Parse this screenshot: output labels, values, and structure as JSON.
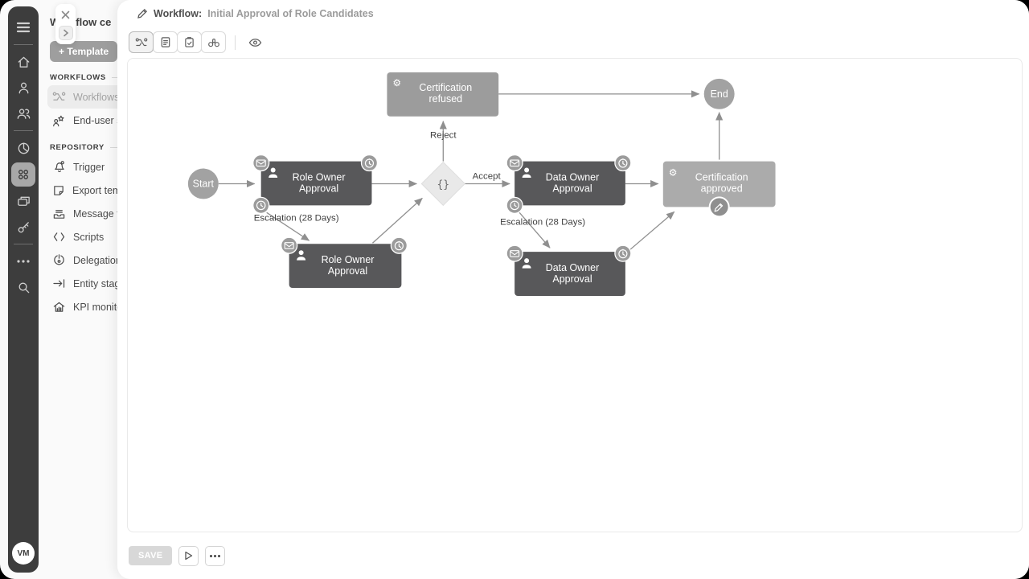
{
  "panel": {
    "title": "Workflow ce",
    "template_button": "+ Template",
    "sections": [
      {
        "label": "WORKFLOWS",
        "items": [
          {
            "label": "Workflows"
          },
          {
            "label": "End-user serv"
          }
        ]
      },
      {
        "label": "REPOSITORY",
        "items": [
          {
            "label": "Trigger"
          },
          {
            "label": "Export templ"
          },
          {
            "label": "Message tem"
          },
          {
            "label": "Scripts"
          },
          {
            "label": "Delegation pr"
          },
          {
            "label": "Entity staging"
          },
          {
            "label": "KPI monitorin"
          }
        ]
      }
    ]
  },
  "rail": {
    "avatar": "VM"
  },
  "header": {
    "title_label": "Workflow:",
    "title_value": "Initial Approval of Role Candidates"
  },
  "footer": {
    "save_label": "SAVE"
  },
  "colors": {
    "task": "#58585a",
    "event_refused": "#9c9c9c",
    "event_approved": "#ababab",
    "terminal": "#a2a2a2",
    "decision": "#e9e9e9",
    "edge": "#8f8f8f",
    "rail": "#3d3d3d"
  },
  "diagram": {
    "nodes": [
      {
        "id": "start",
        "type": "start",
        "label": "Start"
      },
      {
        "id": "role-owner-approval-1",
        "type": "task",
        "label": "Role Owner Approval",
        "lines": [
          "Role Owner",
          "Approval"
        ]
      },
      {
        "id": "decision",
        "type": "decision",
        "label": "{}"
      },
      {
        "id": "certification-refused",
        "type": "event",
        "label": "Certification refused",
        "lines": [
          "Certification",
          "refused"
        ]
      },
      {
        "id": "data-owner-approval-1",
        "type": "task",
        "label": "Data Owner Approval",
        "lines": [
          "Data Owner",
          "Approval"
        ]
      },
      {
        "id": "certification-approved",
        "type": "event",
        "label": "Certification approved",
        "lines": [
          "Certification",
          "approved"
        ]
      },
      {
        "id": "end",
        "type": "end",
        "label": "End"
      },
      {
        "id": "role-owner-approval-2",
        "type": "task",
        "label": "Role Owner Approval",
        "lines": [
          "Role Owner",
          "Approval"
        ]
      },
      {
        "id": "data-owner-approval-2",
        "type": "task",
        "label": "Data Owner Approval",
        "lines": [
          "Data Owner",
          "Approval"
        ]
      }
    ],
    "edges": [
      {
        "from": "start",
        "to": "role-owner-approval-1",
        "label": ""
      },
      {
        "from": "role-owner-approval-1",
        "to": "decision",
        "label": ""
      },
      {
        "from": "decision",
        "to": "certification-refused",
        "label": "Reject"
      },
      {
        "from": "decision",
        "to": "data-owner-approval-1",
        "label": "Accept"
      },
      {
        "from": "data-owner-approval-1",
        "to": "certification-approved",
        "label": ""
      },
      {
        "from": "certification-refused",
        "to": "end",
        "label": ""
      },
      {
        "from": "certification-approved",
        "to": "end",
        "label": ""
      },
      {
        "from": "role-owner-approval-1",
        "to": "role-owner-approval-2",
        "label": "Escalation (28 Days)"
      },
      {
        "from": "role-owner-approval-2",
        "to": "decision",
        "label": ""
      },
      {
        "from": "data-owner-approval-1",
        "to": "data-owner-approval-2",
        "label": "Escalation (28 Days)"
      },
      {
        "from": "data-owner-approval-2",
        "to": "certification-approved",
        "label": ""
      }
    ]
  }
}
